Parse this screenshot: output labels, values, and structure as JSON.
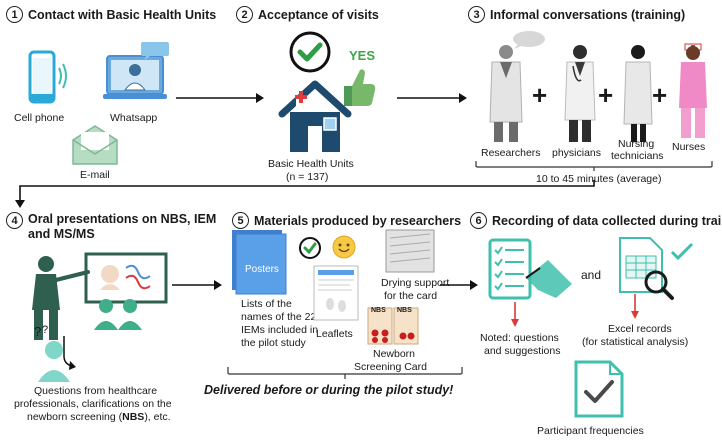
{
  "steps": {
    "s1": {
      "num": "1",
      "title": "Contact with Basic Health Units"
    },
    "s2": {
      "num": "2",
      "title": "Acceptance of visits"
    },
    "s3": {
      "num": "3",
      "title": "Informal conversations (training)"
    },
    "s4": {
      "num": "4",
      "title_line1": "Oral presentations on NBS, IEM",
      "title_line2": "and MS/MS"
    },
    "s5": {
      "num": "5",
      "title": "Materials produced by researchers"
    },
    "s6": {
      "num": "6",
      "title": "Recording of data collected during training"
    }
  },
  "step1": {
    "cell_phone": "Cell phone",
    "whatsapp": "Whatsapp",
    "email": "E-mail"
  },
  "step2": {
    "yes": "YES",
    "units_label": "Basic Health Units",
    "units_count": "(n = 137)"
  },
  "step3": {
    "roles": [
      "Researchers",
      "physicians",
      "Nursing",
      "technicians",
      "Nurses"
    ],
    "plus": "+",
    "duration": "10 to 45 minutes (average)"
  },
  "step4": {
    "questions_line1": "Questions from healthcare",
    "questions_line2": "professionals, clarifications on the",
    "questions_line3_pre": "newborn screening (",
    "questions_line3_bold": "NBS",
    "questions_line3_post": "), etc."
  },
  "step5": {
    "posters_label": "Posters",
    "lists_lines": [
      "Lists of  the",
      "names of the 22",
      "IEMs included in",
      "the pilot study"
    ],
    "leaflets": "Leaflets",
    "drying_line1": "Drying support",
    "drying_line2": "for the card",
    "card_line1": "Newborn",
    "card_line2": "Screening Card",
    "card_tag": "NBS",
    "delivered": "Delivered before or during the pilot study!"
  },
  "step6": {
    "and": "and",
    "noted_line1": "Noted: questions",
    "noted_line2": "and suggestions",
    "excel_line1": "Excel records",
    "excel_line2": "(for statistical analysis)",
    "participant": "Participant frequencies"
  },
  "colors": {
    "teal": "#3fbfad",
    "navy": "#1e4a6e",
    "green": "#3aa845",
    "red": "#d93a3a",
    "blue": "#4a8fd6",
    "pink": "#f08ac6"
  }
}
